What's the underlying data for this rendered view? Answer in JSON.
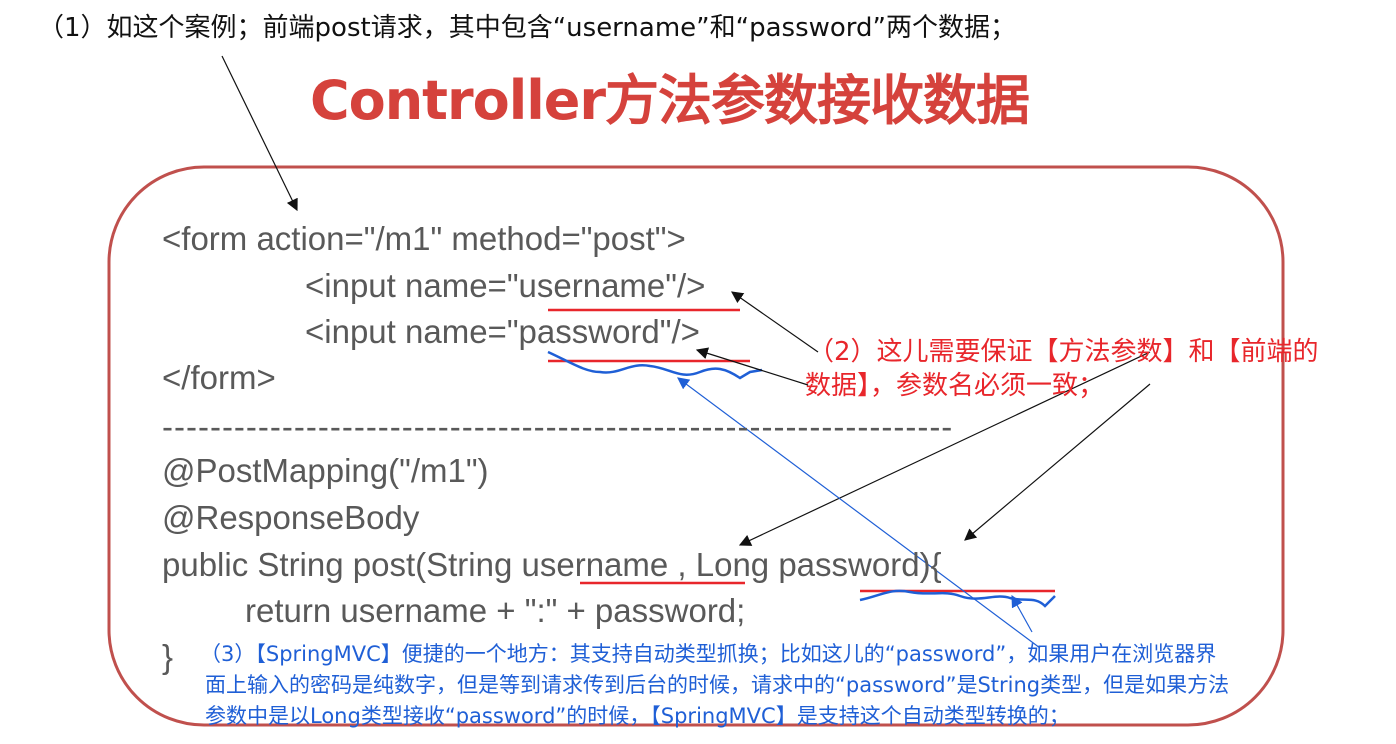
{
  "intro": "（1）如这个案例；前端post请求，其中包含“username”和“password”两个数据；",
  "title": "Controller方法参数接收数据",
  "code": {
    "form_open": "<form action=\"/m1\" method=\"post\">",
    "input_username": "<input name=\"username\"/>",
    "input_password": "<input name=\"password\"/>",
    "form_close": "</form>",
    "separator": "------------------------------------------------------------------",
    "annotation_mapping": "@PostMapping(\"/m1\")",
    "annotation_body": "@ResponseBody",
    "method_sig": "public String post(String username , Long password){",
    "return_stmt": "return username + \":\" + password;",
    "close_brace": "}"
  },
  "note2": {
    "line1": "（2）这儿需要保证【方法参数】和【前端的",
    "line2": "数据】，参数名必须一致；"
  },
  "note3": {
    "line1": "（3）【SpringMVC】便捷的一个地方：其支持自动类型抓换；比如这儿的“password”，如果用户在浏览器界",
    "line2": "面上输入的密码是纯数字，但是等到请求传到后台的时候，请求中的“password”是String类型，但是如果方法",
    "line3": "参数中是以Long类型接收“password”的时候，【SpringMVC】是支持这个自动类型转换的；"
  },
  "colors": {
    "title": "#d5423c",
    "note2": "#e8262b",
    "note3": "#1f5fd6",
    "frame": "#c0504d"
  }
}
